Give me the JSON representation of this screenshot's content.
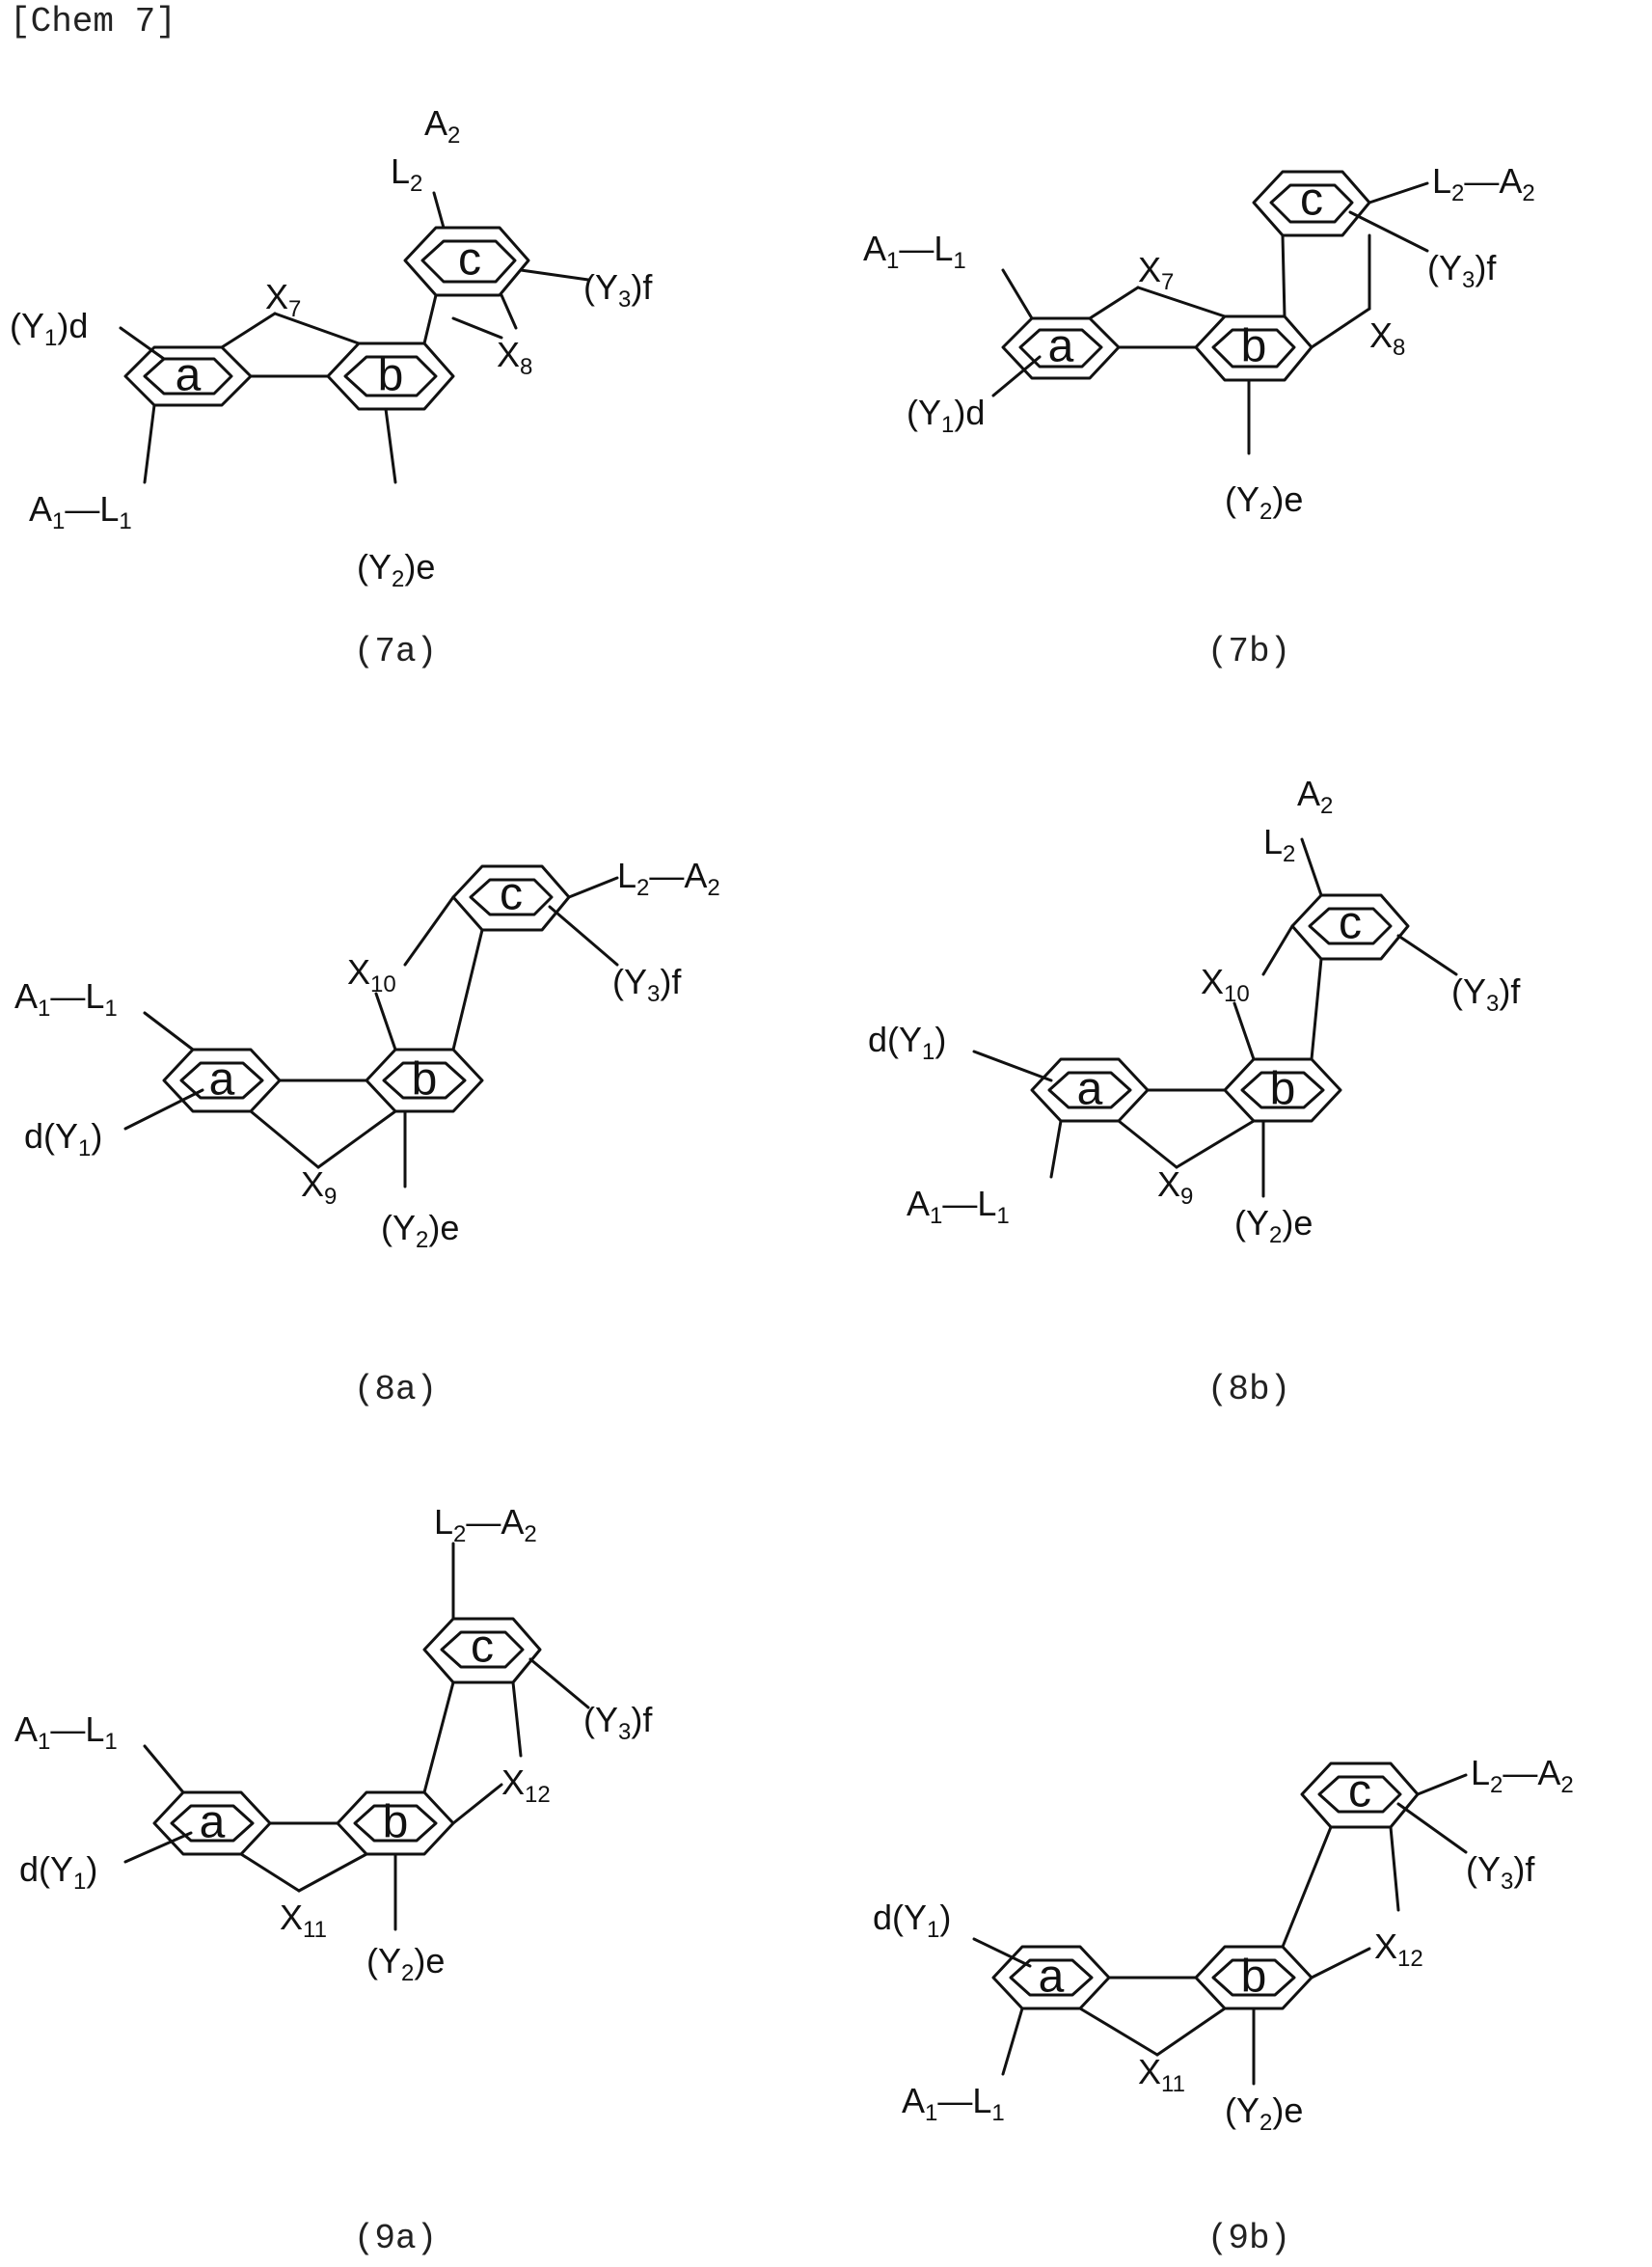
{
  "header": "[Chem 7]",
  "structures": [
    {
      "id": "7a",
      "caption": "(7a)",
      "ring_labels": [
        "a",
        "b",
        "c"
      ],
      "labels": [
        "(Y",
        "1",
        ")d",
        "X",
        "7",
        "X",
        "8",
        "(Y",
        "3",
        ")f",
        "(Y",
        "2",
        ")e",
        "A",
        "1",
        "—",
        "L",
        "1",
        "A",
        "2",
        "L",
        "2"
      ]
    },
    {
      "id": "7b",
      "caption": "(7b)",
      "ring_labels": [
        "a",
        "b",
        "c"
      ],
      "labels": [
        "A",
        "1",
        "—",
        "L",
        "1",
        "X",
        "7",
        "X",
        "8",
        "L",
        "2",
        "—",
        "A",
        "2",
        "(Y",
        "3",
        ")f",
        "(Y",
        "1",
        ")d",
        "(Y",
        "2",
        ")e"
      ]
    },
    {
      "id": "8a",
      "caption": "(8a)",
      "ring_labels": [
        "a",
        "b",
        "c"
      ],
      "labels": [
        "A",
        "1",
        "—",
        "L",
        "1",
        "X",
        "10",
        "L",
        "2",
        "—",
        "A",
        "2",
        "(Y",
        "3",
        ")f",
        "d(Y",
        "1",
        ")",
        "X",
        "9",
        "(Y",
        "2",
        ")e"
      ]
    },
    {
      "id": "8b",
      "caption": "(8b)",
      "ring_labels": [
        "a",
        "b",
        "c"
      ],
      "labels": [
        "A",
        "2",
        "L",
        "2",
        "X",
        "10",
        "(Y",
        "3",
        ")f",
        "d(Y",
        "1",
        ")",
        "A",
        "1",
        "—",
        "L",
        "1",
        "X",
        "9",
        "(Y",
        "2",
        ")e"
      ]
    },
    {
      "id": "9a",
      "caption": "(9a)",
      "ring_labels": [
        "a",
        "b",
        "c"
      ],
      "labels": [
        "L",
        "2",
        "—",
        "A",
        "2",
        "A",
        "1",
        "—",
        "L",
        "1",
        "(Y",
        "3",
        ")f",
        "X",
        "12",
        "d(Y",
        "1",
        ")",
        "X",
        "11",
        "(Y",
        "2",
        ")e"
      ]
    },
    {
      "id": "9b",
      "caption": "(9b)",
      "ring_labels": [
        "a",
        "b",
        "c"
      ],
      "labels": [
        "L",
        "2",
        "—",
        "A",
        "2",
        "(Y",
        "3",
        ")f",
        "d(Y",
        "1",
        ")",
        "X",
        "12",
        "A",
        "1",
        "—",
        "L",
        "1",
        "X",
        "11",
        "(Y",
        "2",
        ")e"
      ]
    }
  ]
}
